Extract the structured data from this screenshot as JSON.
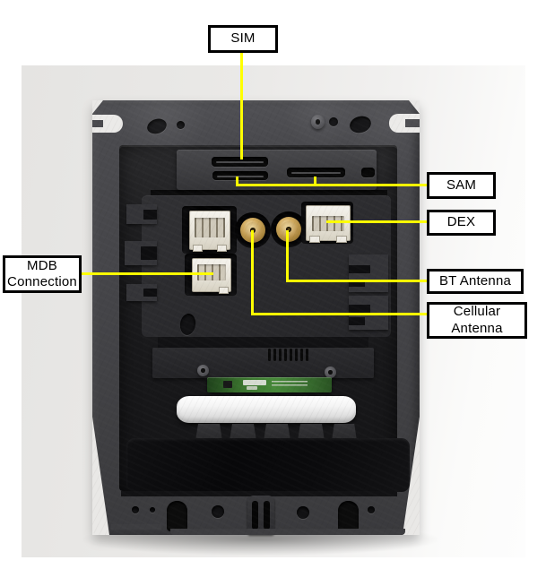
{
  "labels": {
    "sim": {
      "text": "SIM"
    },
    "sam": {
      "text": "SAM"
    },
    "dex": {
      "text": "DEX"
    },
    "bt_antenna": {
      "text": "BT Antenna"
    },
    "cellular_antenna": {
      "line1": "Cellular",
      "line2": "Antenna"
    },
    "mdb_connection": {
      "line1": "MDB",
      "line2": "Connection"
    }
  },
  "colors": {
    "annotation_line": "#ffff00",
    "label_border": "#000000",
    "label_background": "#ffffff",
    "photo_background": "#e9e8e6",
    "device_body": "#46464a",
    "device_recess": "#1d1d1f",
    "connector_white": "#ece9e1",
    "sma_gold": "#c9a45b",
    "pcb_green": "#3c7a30",
    "card_slot_white": "#f2f2f2"
  }
}
